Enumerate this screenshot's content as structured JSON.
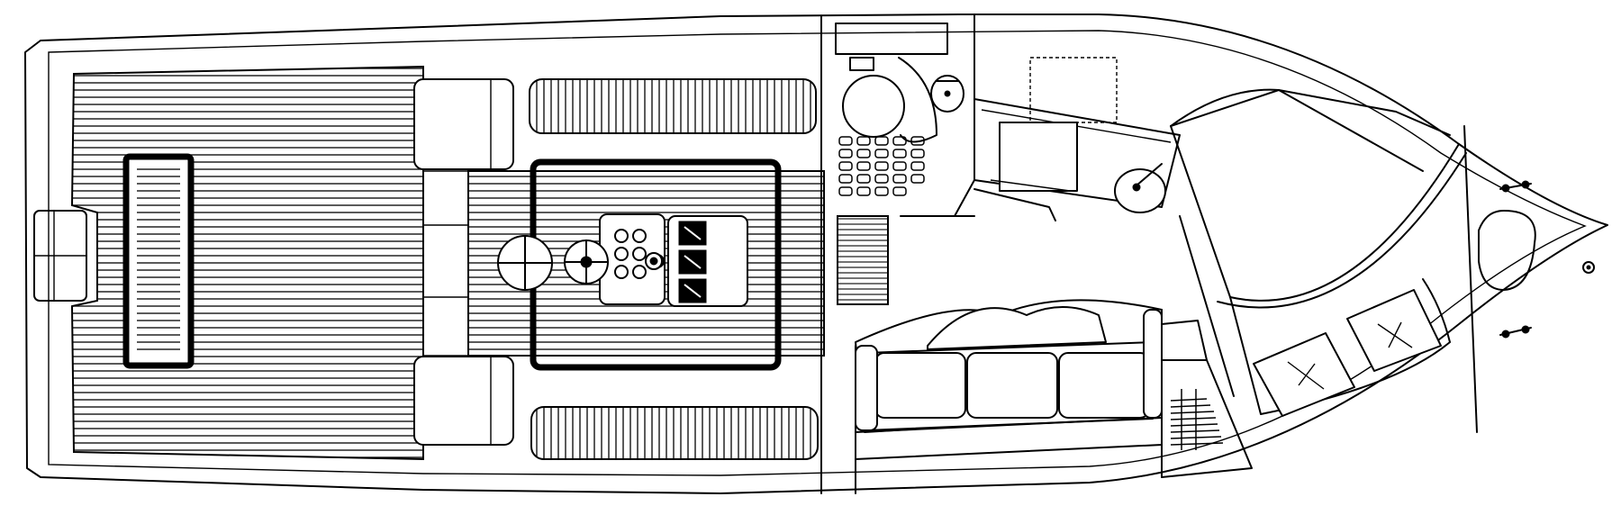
{
  "diagram": {
    "kind": "boat deck floor plan",
    "colors": {
      "line": "#000000",
      "background": "#ffffff"
    },
    "spaces": [
      "swim-platform",
      "cockpit-deck",
      "fish-box-hatch",
      "helm-deck",
      "engine-hatch",
      "helm-seat",
      "helm-console",
      "companion-seats",
      "side-bench-port",
      "side-bench-starboard",
      "cockpit-side-seats",
      "head-compartment",
      "galley",
      "salon-settee",
      "forward-v-berth",
      "anchor-locker"
    ]
  }
}
